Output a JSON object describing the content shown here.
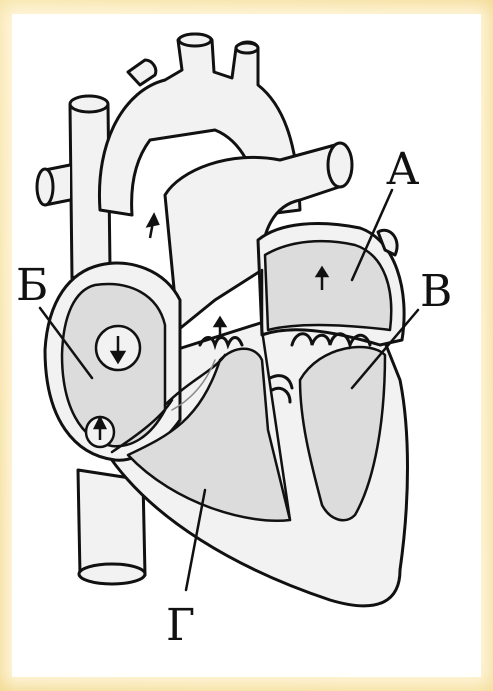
{
  "diagram": {
    "labels": {
      "a": "А",
      "b": "Б",
      "v": "В",
      "g": "Г"
    },
    "colors": {
      "background": "#f3dc98",
      "panel": "#ffffff",
      "outline": "#111111",
      "chamber_fill": "#dcdcdc",
      "wall_fill": "#f2f2f2"
    }
  }
}
